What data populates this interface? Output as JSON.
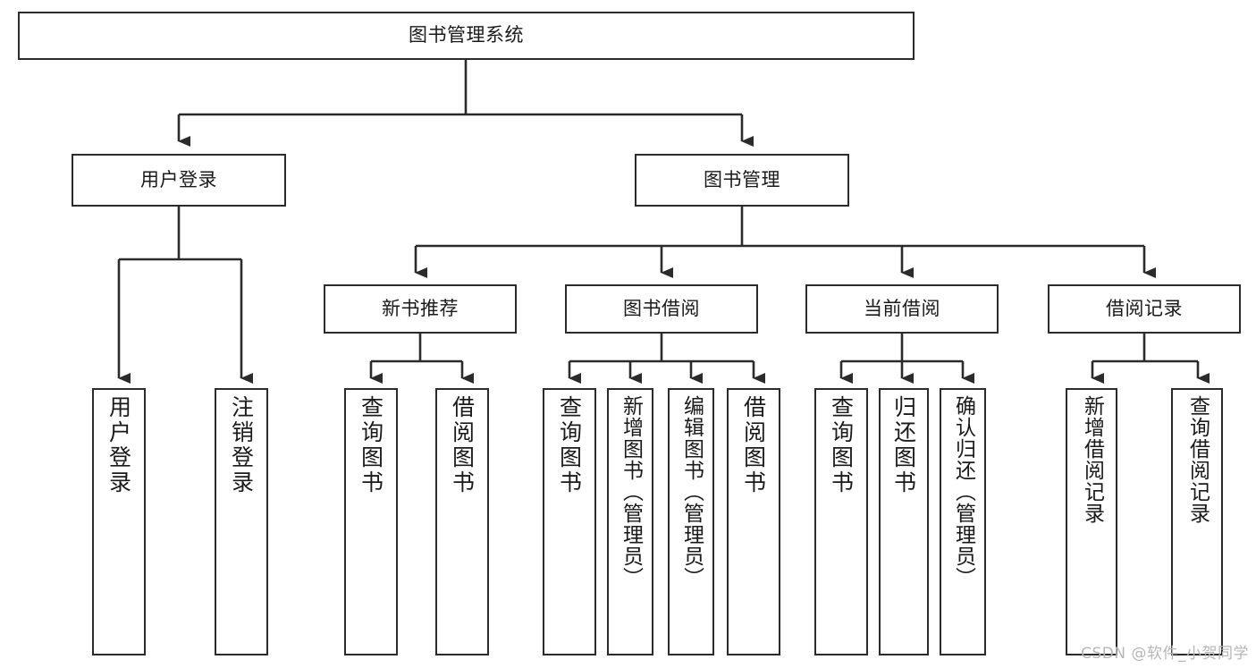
{
  "diagram": {
    "type": "tree",
    "title": "图书管理系统",
    "orientation": "top-down",
    "stroke_color": "#2b2b2b",
    "fill_color": "#ffffff",
    "levels": {
      "root": {
        "label": "图书管理系统"
      },
      "level2": [
        {
          "label": "用户登录"
        },
        {
          "label": "图书管理"
        }
      ],
      "level3": [
        {
          "label": "新书推荐"
        },
        {
          "label": "图书借阅"
        },
        {
          "label": "当前借阅"
        },
        {
          "label": "借阅记录"
        }
      ],
      "leaves": [
        {
          "label": "用户登录",
          "parent": "用户登录"
        },
        {
          "label": "注销登录",
          "parent": "用户登录"
        },
        {
          "label": "查询图书",
          "parent": "新书推荐"
        },
        {
          "label": "借阅图书",
          "parent": "新书推荐"
        },
        {
          "label": "查询图书",
          "parent": "图书借阅"
        },
        {
          "label": "新增图书（管理员）",
          "parent": "图书借阅"
        },
        {
          "label": "编辑图书（管理员）",
          "parent": "图书借阅"
        },
        {
          "label": "借阅图书",
          "parent": "图书借阅"
        },
        {
          "label": "查询图书",
          "parent": "当前借阅"
        },
        {
          "label": "归还图书",
          "parent": "当前借阅"
        },
        {
          "label": "确认归还（管理员）",
          "parent": "当前借阅"
        },
        {
          "label": "新增借阅记录",
          "parent": "借阅记录"
        },
        {
          "label": "查询借阅记录",
          "parent": "借阅记录"
        }
      ]
    }
  },
  "watermark": {
    "text": "CSDN @软件_小贺同学"
  }
}
